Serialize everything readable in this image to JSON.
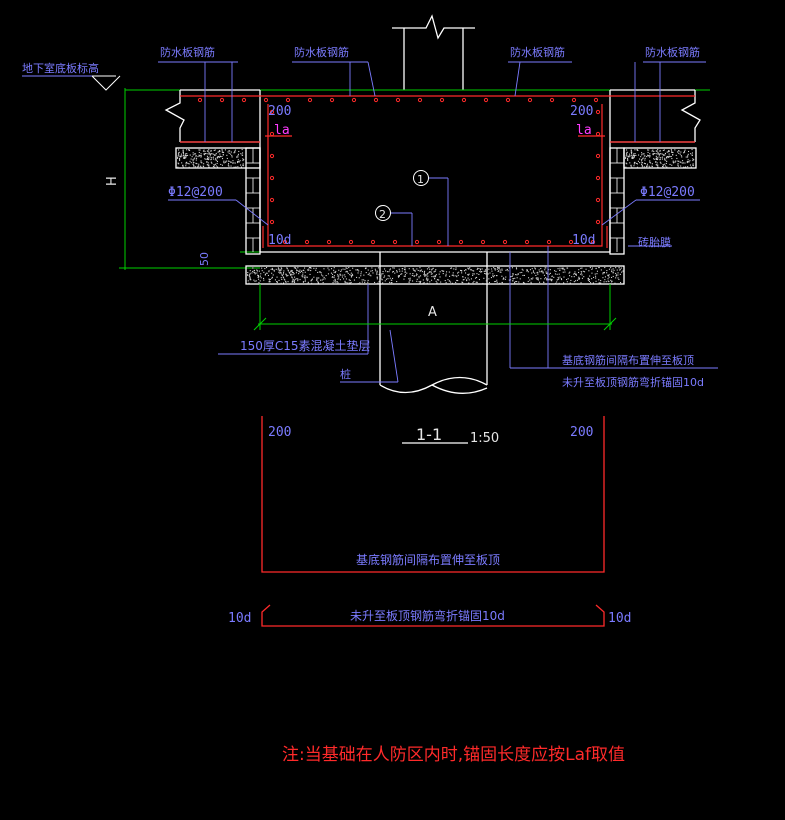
{
  "colors": {
    "background": "#000000",
    "outline": "#ffffff",
    "rebar": "#ff2a2a",
    "leader": "#7b7bff",
    "dim": "#00d000",
    "lap_mark": "#ff3cff",
    "note": "#ff2a2a"
  },
  "labels": {
    "basement_floor_level": "地下室底板标高",
    "waterproof_rebar_1": "防水板钢筋",
    "waterproof_rebar_2": "防水板钢筋",
    "waterproof_rebar_3": "防水板钢筋",
    "waterproof_rebar_4": "防水板钢筋",
    "dim_200_left": "200",
    "dim_200_right": "200",
    "la_left": "la",
    "la_right": "la",
    "dim_H": "H",
    "side_bar_left": "Φ12@200",
    "side_bar_right": "Φ12@200",
    "mark_1": "1",
    "mark_2": "2",
    "dim_10d_left": "10d",
    "dim_10d_right": "10d",
    "brick_mold": "砖胎膜",
    "dim_50": "50",
    "dim_A": "A",
    "cushion": "150厚C15素混凝土垫层",
    "pile": "桩",
    "bottom_rebar_note": "基底钢筋间隔布置伸至板顶",
    "bent_rebar_note": "未升至板顶钢筋弯折锚固10d"
  },
  "section": {
    "title": "1-1",
    "scale": "1:50"
  },
  "detail": {
    "d200_left": "200",
    "d200_right": "200",
    "upper_note": "基底钢筋间隔布置伸至板顶",
    "lower_note": "未升至板顶钢筋弯折锚固10d",
    "d10_left": "10d",
    "d10_right": "10d"
  },
  "note": "注:当基础在人防区内时,锚固长度应按Laf取值"
}
